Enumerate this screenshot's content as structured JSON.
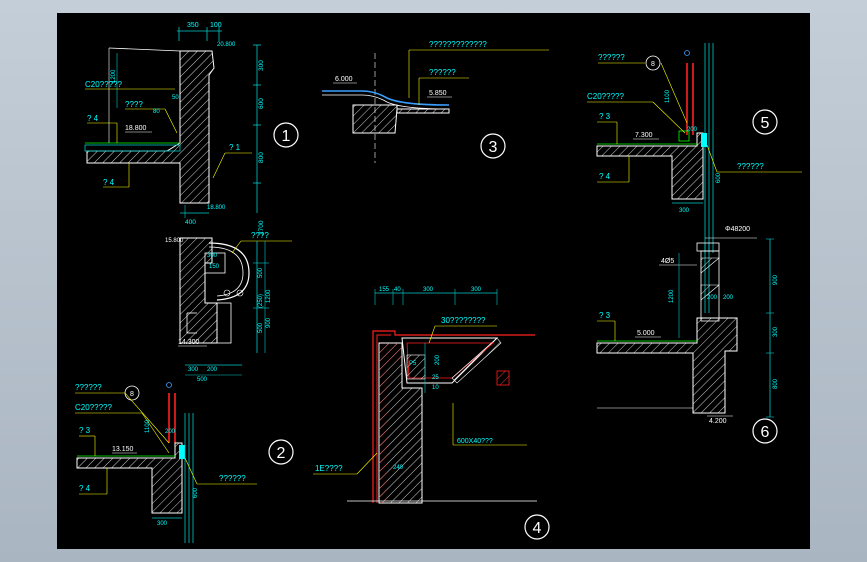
{
  "colors": {
    "background": "#000000",
    "frame": "#b7c2cd",
    "wall": "#ffffff",
    "hatch": "#ffffff",
    "dim": "#00c8c8",
    "leader": "#ffff00",
    "text_cyan": "#00ffff",
    "text_yellow": "#ffff00",
    "green": "#00ff00",
    "red": "#ff2020",
    "magenta": "#ff00ff",
    "blue": "#3aa0ff"
  },
  "detail_numbers": [
    "1",
    "2",
    "3",
    "4",
    "5",
    "6"
  ],
  "d1": {
    "dim_top": [
      "350",
      "100"
    ],
    "elev_top": "20.800",
    "dims_right": [
      "300",
      "600",
      "800",
      "2700"
    ],
    "label_c20": "C20?????",
    "label_a": "????",
    "num_50": "50",
    "num_50b": "80",
    "elev_floor": "18.800",
    "note_q4a": "? 4",
    "note_q4b": "? 4",
    "note_q1": "? 1",
    "dim_1200": "1200",
    "dim_400": "400",
    "elev_bottom": "18.800",
    "dim_120": "120"
  },
  "d1b": {
    "elev_15": "15.800",
    "label_q4": "????",
    "dim_500": "500",
    "dim_1200v": "1200",
    "dim_900": "900",
    "dim_250": "(250)",
    "num_150": "150",
    "elev_14": "14.300",
    "dims_bottom": [
      "300",
      "200"
    ],
    "dim_500b": "500"
  },
  "d2": {
    "label_q6": "??????",
    "label_c20": "C20?????",
    "note_q3": "? 3",
    "elev": "13.150",
    "note_q4": "? 4",
    "label_q7": "??????",
    "dim_1100": "1100",
    "dim_300": "300",
    "dim_200": "200",
    "dim_400v": "600",
    "marker": "8"
  },
  "d3": {
    "label_top": "?????????????",
    "label_mid": "??????",
    "elev_left": "6.000",
    "elev_right": "5.850"
  },
  "d4": {
    "dims_top": [
      "155",
      "40",
      "300",
      "300"
    ],
    "label_30": "30????????",
    "num_p5": "P5",
    "num_200": "200",
    "num_25": "25",
    "num_10": "10",
    "label_600": "600X40???",
    "label_1e": "1E????",
    "num_240": "240"
  },
  "d5": {
    "label_q6": "??????",
    "marker": "8",
    "label_c20": "C20?????",
    "note_q3": "? 3",
    "elev": "7.300",
    "note_q4": "? 4",
    "label_q7": "??????",
    "dim_1100": "1100",
    "dim_200": "200",
    "dim_300": "300",
    "dim_600": "600"
  },
  "d6": {
    "label_top": "Φ48200",
    "num_405": "4Ø5",
    "dim_1200": "1200",
    "dims_mid": [
      "200",
      "200"
    ],
    "note_q3": "? 3",
    "elev": "5.000",
    "dims_right": [
      "900",
      "300",
      "800"
    ],
    "elev_bottom": "4.200"
  }
}
